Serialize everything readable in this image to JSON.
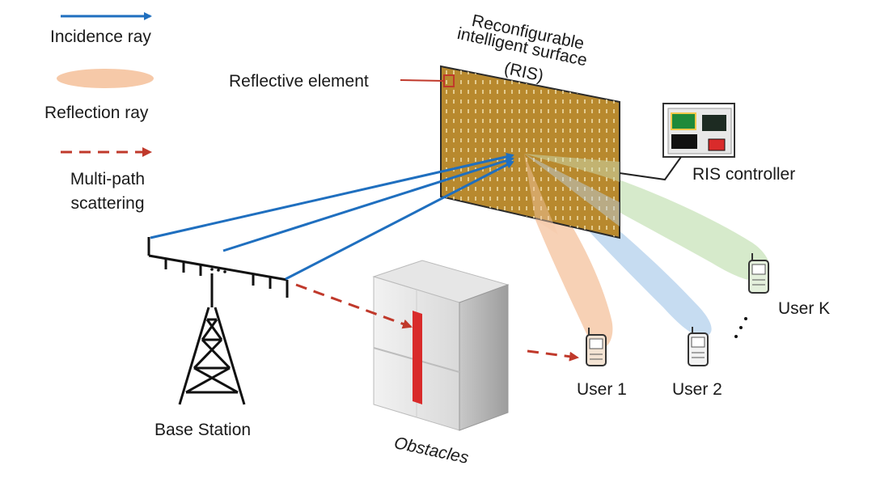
{
  "legend": {
    "incidence": "Incidence ray",
    "reflection": "Reflection ray",
    "multipath_line1": "Multi-path",
    "multipath_line2": "scattering"
  },
  "ris": {
    "title_line1": "Reconfigurable",
    "title_line2": "intelligent surface",
    "title_line3": "(RIS)",
    "element_label": "Reflective element",
    "controller_label": "RIS controller"
  },
  "base_station": "Base Station",
  "obstacles": "Obstacles",
  "users": {
    "user1": "User 1",
    "user2": "User 2",
    "userk": "User K"
  },
  "colors": {
    "incidence": "#1f6fbf",
    "reflection_orange": "#f6c9a8",
    "reflection_blue": "#bcd6ee",
    "reflection_green": "#cfe6c2",
    "multipath": "#c0392b",
    "ris_panel": "#b8892e",
    "obstacle_stripe": "#d92b2b"
  }
}
